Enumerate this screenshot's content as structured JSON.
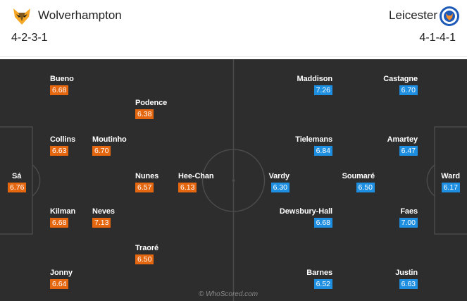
{
  "home": {
    "name": "Wolverhampton",
    "formation": "4-2-3-1",
    "crest_icon": "wolf-head-icon",
    "color": "#e4660f",
    "players": [
      {
        "name": "Bueno",
        "rating": "6.68"
      },
      {
        "name": "Podence",
        "rating": "6.38"
      },
      {
        "name": "Collins",
        "rating": "6.63"
      },
      {
        "name": "Moutinho",
        "rating": "6.70"
      },
      {
        "name": "Sá",
        "rating": "6.76"
      },
      {
        "name": "Nunes",
        "rating": "6.57"
      },
      {
        "name": "Hee-Chan",
        "rating": "6.13"
      },
      {
        "name": "Kilman",
        "rating": "6.68"
      },
      {
        "name": "Neves",
        "rating": "7.13"
      },
      {
        "name": "Traoré",
        "rating": "6.50"
      },
      {
        "name": "Jonny",
        "rating": "6.64"
      }
    ]
  },
  "away": {
    "name": "Leicester",
    "formation": "4-1-4-1",
    "crest_icon": "fox-crest-icon",
    "color": "#1e8ee0",
    "players": [
      {
        "name": "Maddison",
        "rating": "7.26"
      },
      {
        "name": "Castagne",
        "rating": "6.70"
      },
      {
        "name": "Tielemans",
        "rating": "6.84"
      },
      {
        "name": "Amartey",
        "rating": "6.47"
      },
      {
        "name": "Vardy",
        "rating": "6.30"
      },
      {
        "name": "Soumaré",
        "rating": "6.50"
      },
      {
        "name": "Ward",
        "rating": "6.17"
      },
      {
        "name": "Dewsbury-Hall",
        "rating": "6.68"
      },
      {
        "name": "Faes",
        "rating": "7.00"
      },
      {
        "name": "Barnes",
        "rating": "6.52"
      },
      {
        "name": "Justin",
        "rating": "6.63"
      }
    ]
  },
  "watermark": "© WhoScored.com"
}
